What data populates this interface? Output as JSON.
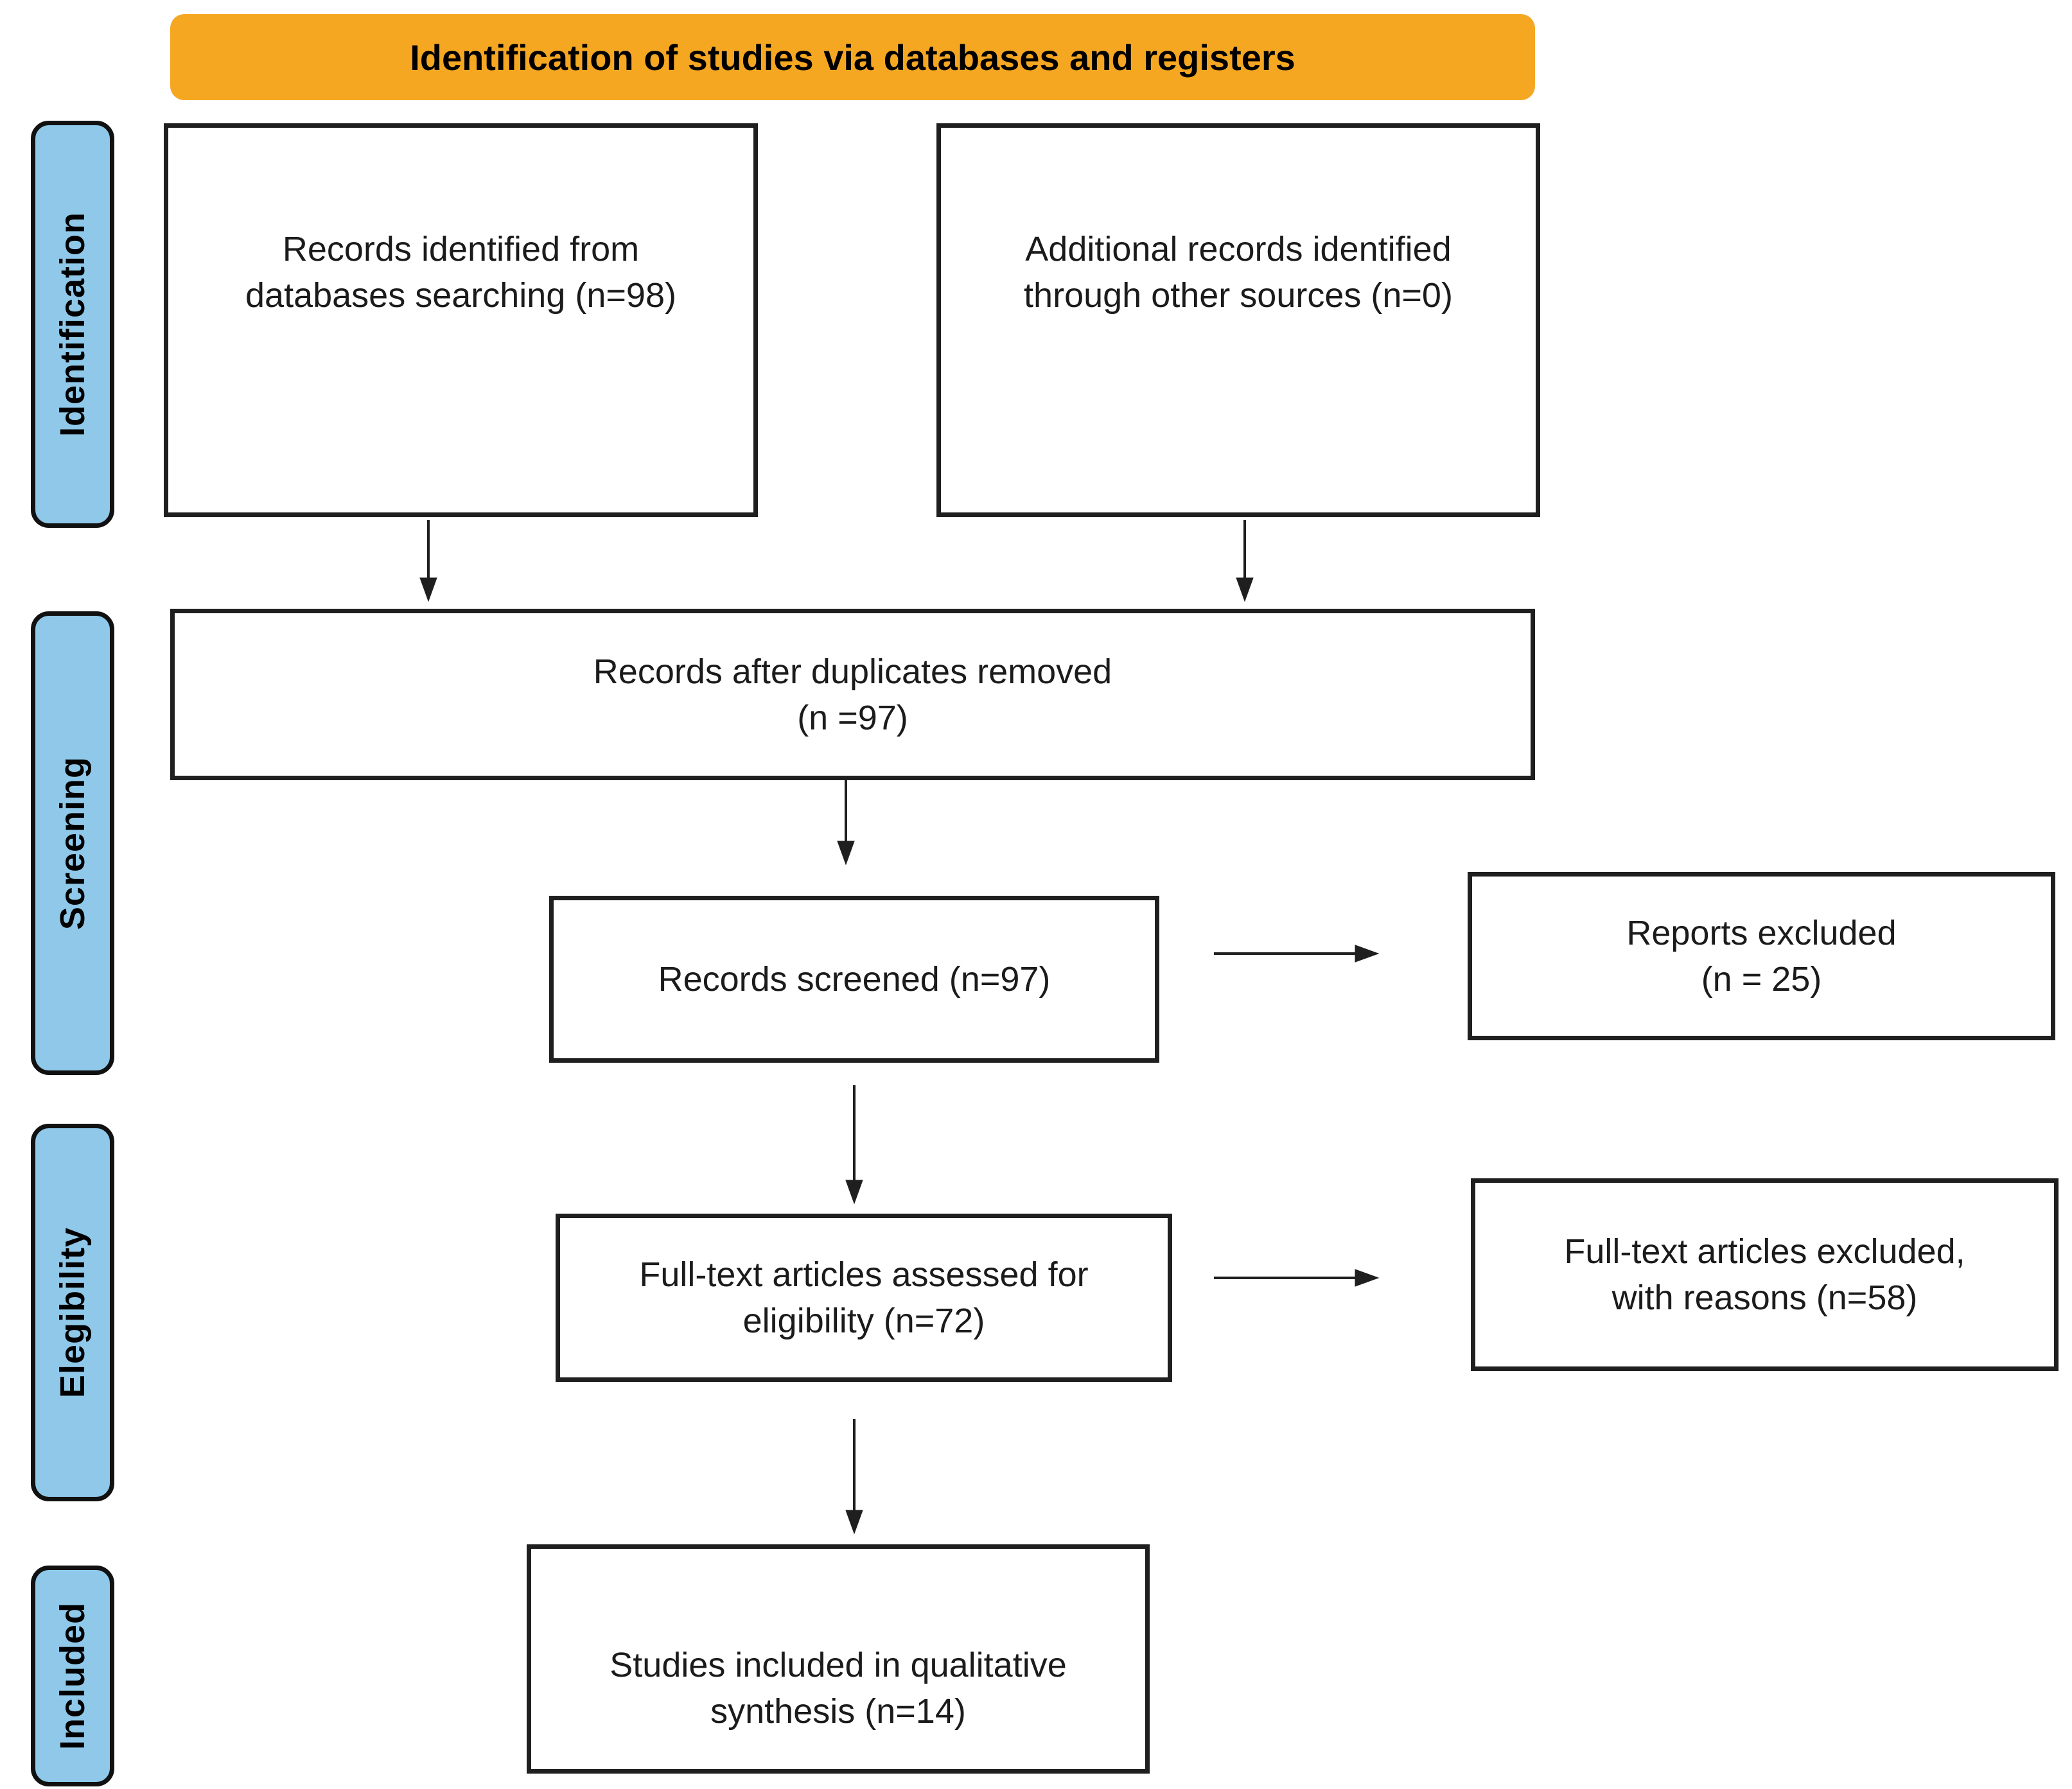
{
  "banner": {
    "label": "Identification of studies via databases and registers"
  },
  "stages": [
    {
      "label": "Identification"
    },
    {
      "label": "Screening"
    },
    {
      "label": "Elegibility"
    },
    {
      "label": "Included"
    }
  ],
  "boxes": {
    "records_identified": {
      "text": "Records identified from\ndatabases searching (n=98)",
      "n": 98
    },
    "additional_records": {
      "text": "Additional records identified\nthrough other sources (n=0)",
      "n": 0
    },
    "after_duplicates": {
      "text": "Records after duplicates removed\n(n =97)",
      "n": 97
    },
    "records_screened": {
      "text": "Records screened (n=97)",
      "n": 97
    },
    "reports_excluded": {
      "text": "Reports excluded\n(n = 25)",
      "n": 25
    },
    "fulltext_assessed": {
      "text": "Full-text articles assessed for\neligibility (n=72)",
      "n": 72
    },
    "fulltext_excluded": {
      "text": "Full-text articles excluded,\nwith reasons (n=58)",
      "n": 58
    },
    "studies_included": {
      "text": "Studies included in qualitative\nsynthesis (n=14)",
      "n": 14
    }
  },
  "colors": {
    "banner_bg": "#F6A722",
    "stage_bg": "#8FC8E9",
    "stage_border": "#111111",
    "box_border": "#1f1f1f",
    "text_color": "#1b1b1b",
    "arrow_color": "#1f1f1f",
    "page_bg": "#ffffff"
  }
}
